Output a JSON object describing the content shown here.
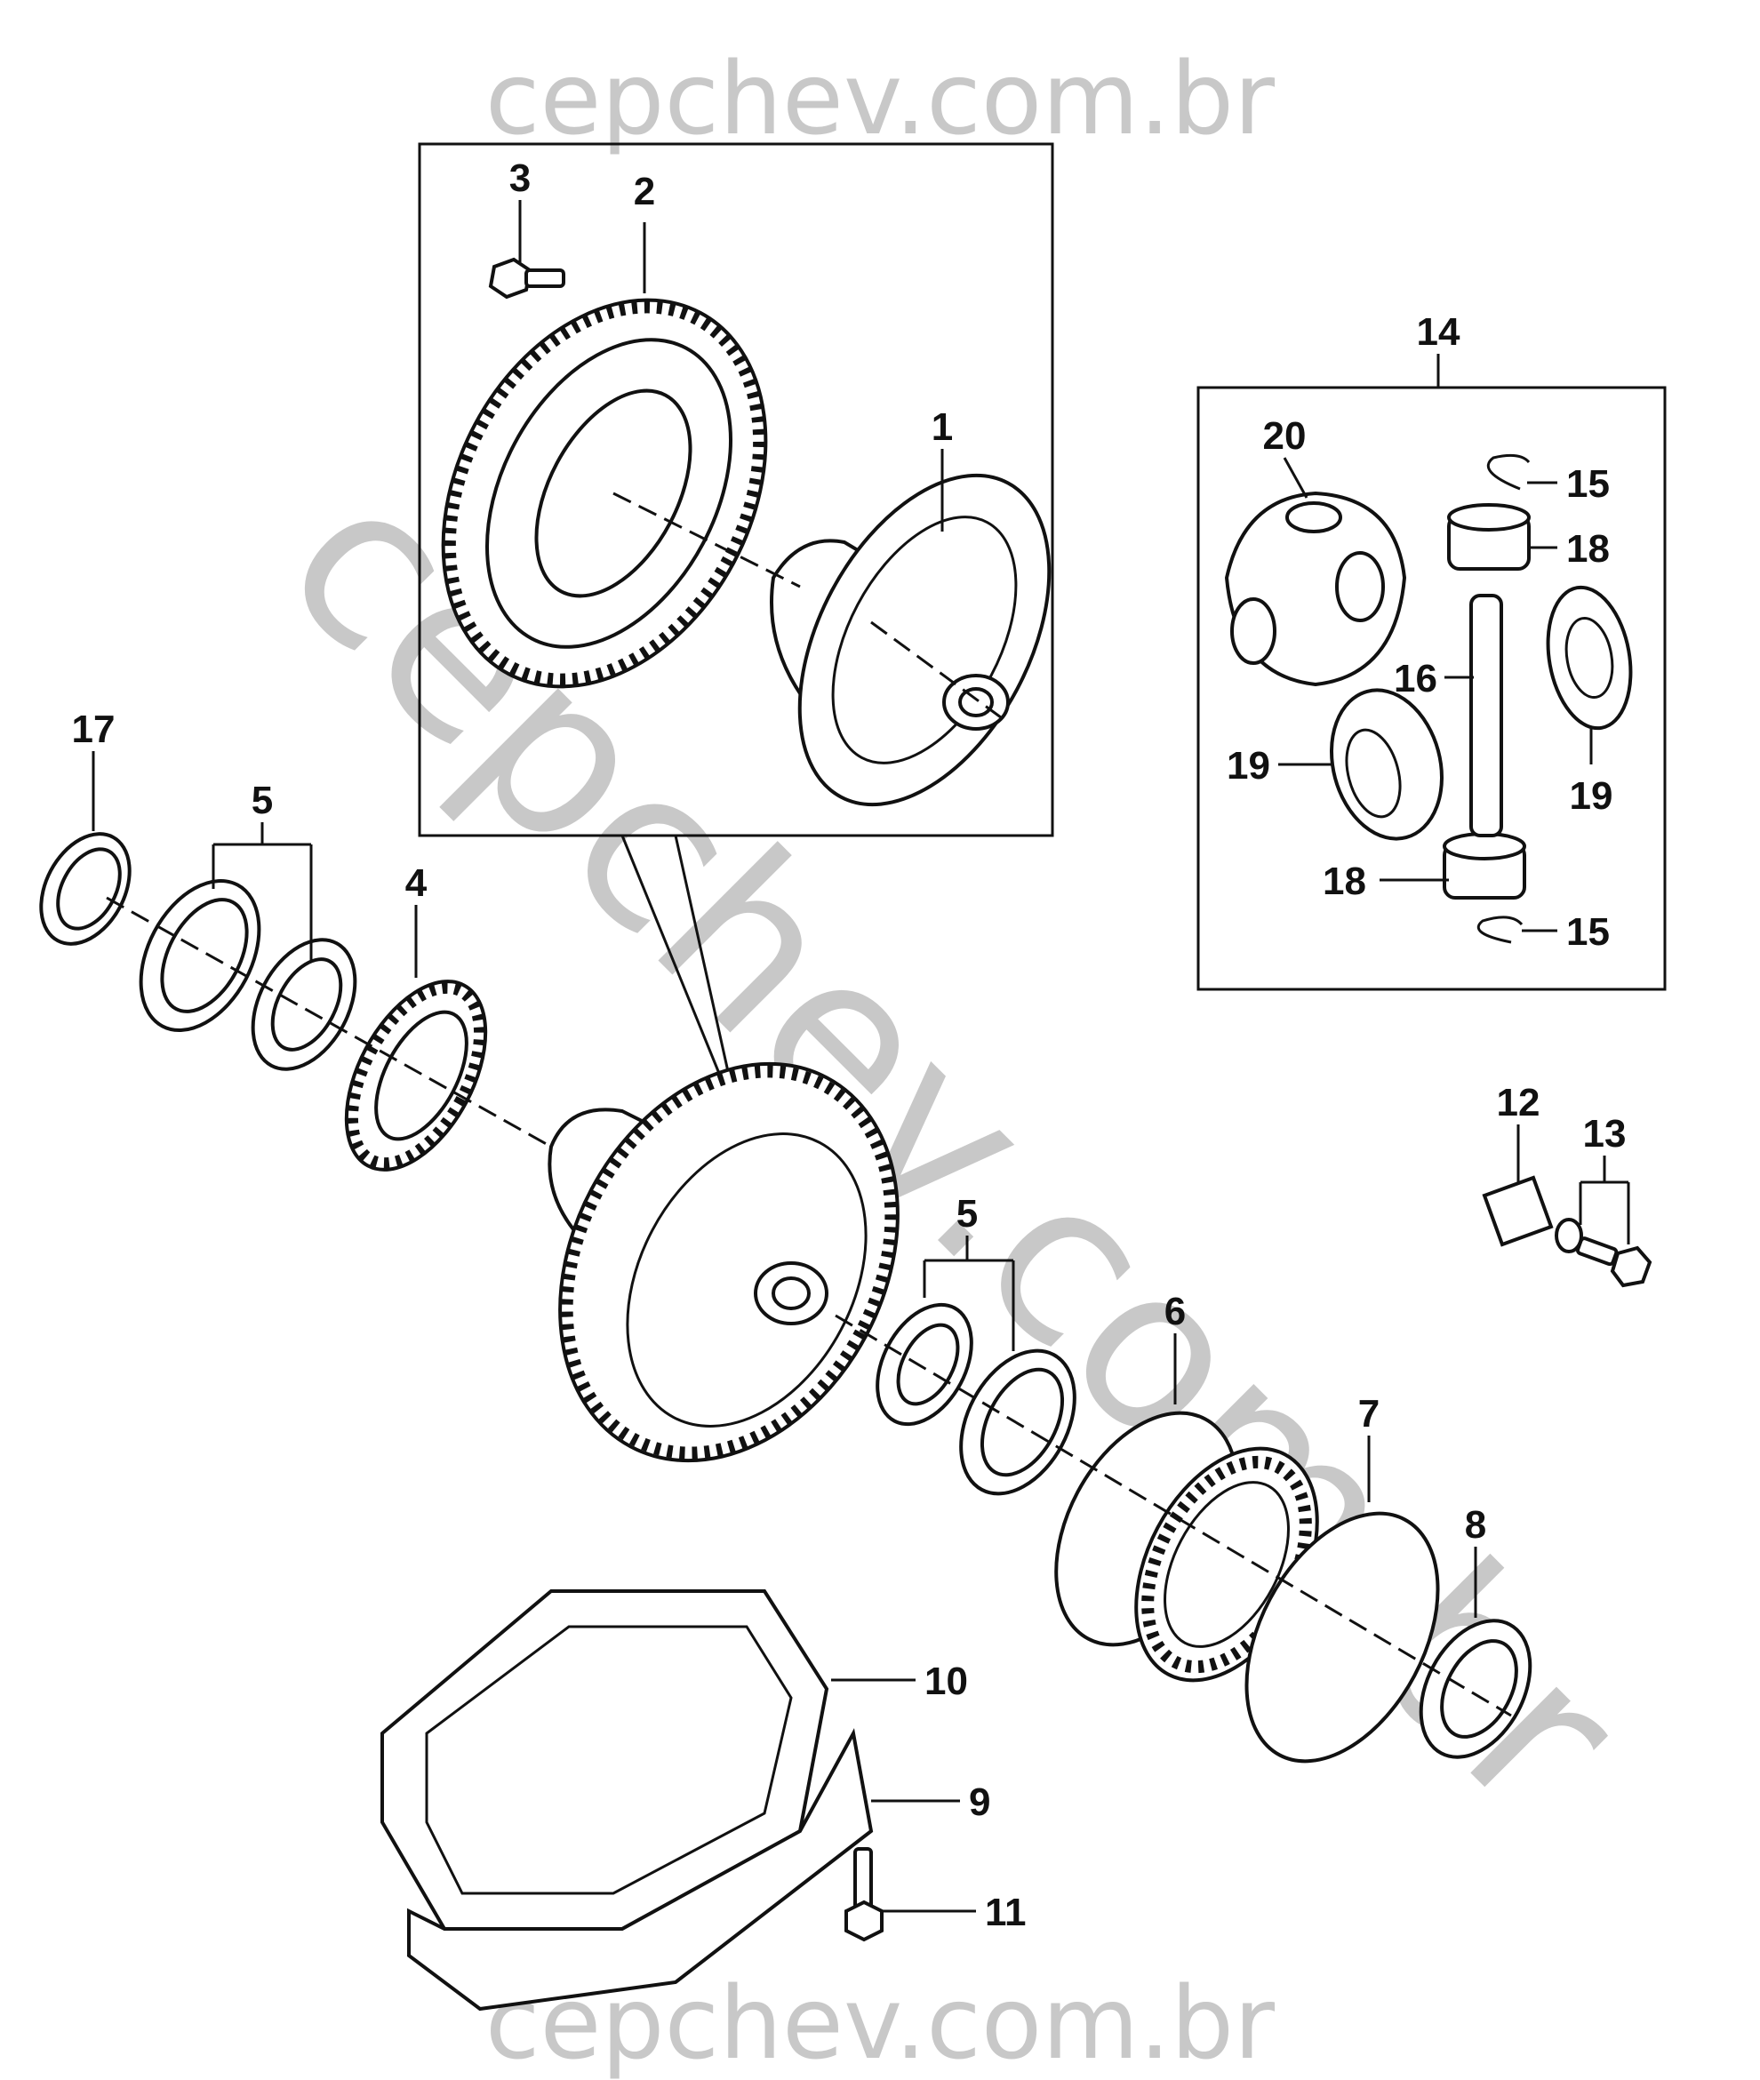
{
  "watermark": {
    "top": "cepchev.com.br",
    "diagonal": "cepchev.com.br",
    "bottom": "cepchev.com.br"
  },
  "callouts": [
    {
      "id": "c1",
      "label": "1"
    },
    {
      "id": "c2",
      "label": "2"
    },
    {
      "id": "c3",
      "label": "3"
    },
    {
      "id": "c4",
      "label": "4"
    },
    {
      "id": "c5a",
      "label": "5"
    },
    {
      "id": "c5b",
      "label": "5"
    },
    {
      "id": "c6",
      "label": "6"
    },
    {
      "id": "c7",
      "label": "7"
    },
    {
      "id": "c8",
      "label": "8"
    },
    {
      "id": "c9",
      "label": "9"
    },
    {
      "id": "c10",
      "label": "10"
    },
    {
      "id": "c11",
      "label": "11"
    },
    {
      "id": "c12",
      "label": "12"
    },
    {
      "id": "c13",
      "label": "13"
    },
    {
      "id": "c14",
      "label": "14"
    },
    {
      "id": "c15a",
      "label": "15"
    },
    {
      "id": "c15b",
      "label": "15"
    },
    {
      "id": "c16",
      "label": "16"
    },
    {
      "id": "c17",
      "label": "17"
    },
    {
      "id": "c18a",
      "label": "18"
    },
    {
      "id": "c18b",
      "label": "18"
    },
    {
      "id": "c19a",
      "label": "19"
    },
    {
      "id": "c19b",
      "label": "19"
    },
    {
      "id": "c20",
      "label": "20"
    }
  ]
}
